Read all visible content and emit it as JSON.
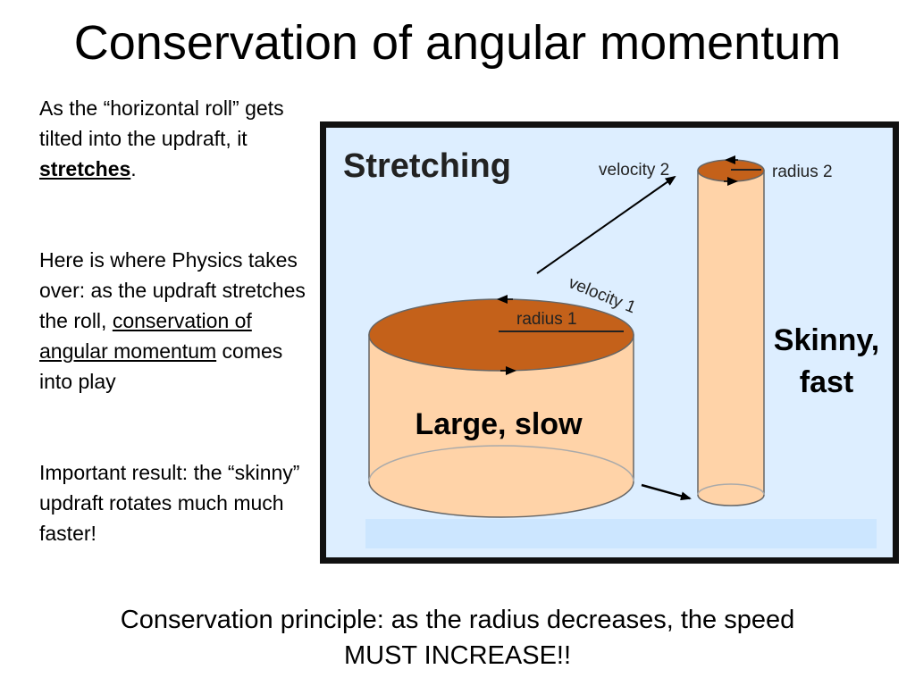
{
  "slide": {
    "title": "Conservation of angular momentum",
    "para1": {
      "before": "As the “horizontal roll” gets tilted into the updraft, it ",
      "emph": "stretches",
      "after": "."
    },
    "para2": {
      "before": "Here is where Physics takes over: as the updraft stretches the roll, ",
      "link": "conservation of angular momentum",
      "after": " comes into play"
    },
    "para3": "Important result:  the “skinny” updraft rotates much much faster!",
    "principle_line1": "Conservation principle:  as the radius decreases, the speed",
    "principle_line2": "MUST INCREASE!!"
  },
  "diagram": {
    "heading": "Stretching",
    "velocity1": "velocity 1",
    "velocity2": "velocity 2",
    "radius1": "radius 1",
    "radius2": "radius 2",
    "large_label": "Large, slow",
    "skinny_line1": "Skinny,",
    "skinny_line2": "fast",
    "colors": {
      "background": "#ddeeff",
      "frame": "#111111",
      "cylinder_body": "#ffd3a8",
      "cylinder_top": "#c4611a",
      "caption_bar": "#cce6ff"
    }
  }
}
